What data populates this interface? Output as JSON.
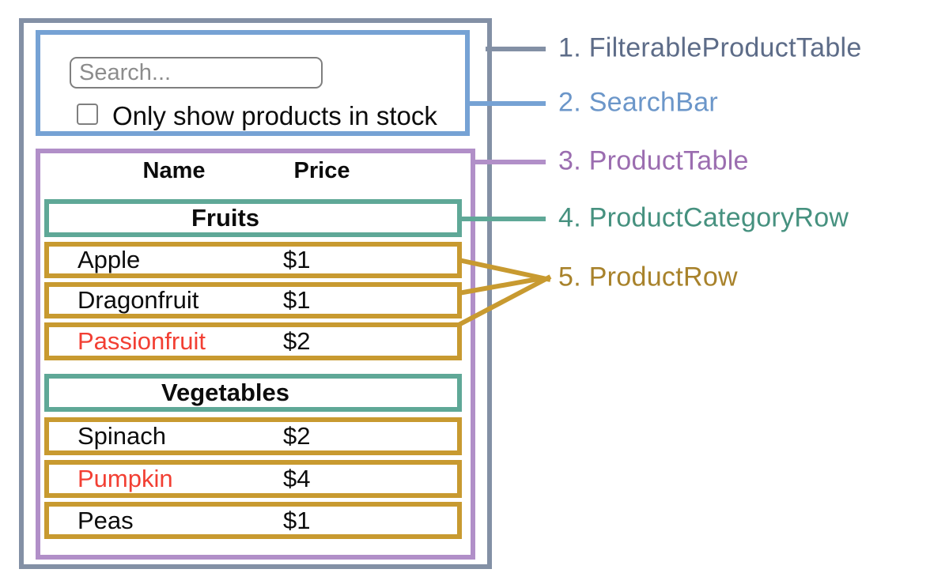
{
  "colors": {
    "outline_gray": "#8390A5",
    "outline_blue": "#76A2D4",
    "outline_purple": "#B18FC8",
    "outline_teal": "#5FA897",
    "outline_gold": "#C89A30",
    "label_gray": "#5D6C88",
    "label_blue": "#6B96C9",
    "label_purple": "#9B6DB0",
    "label_teal": "#46917F",
    "label_gold": "#A8822B",
    "out_of_stock_red": "#F23F33",
    "text_black": "#0C0C0C"
  },
  "search_bar": {
    "input_placeholder": "Search...",
    "checkbox_label": "Only show products in stock",
    "checkbox_checked": false
  },
  "product_table": {
    "headers": {
      "name": "Name",
      "price": "Price"
    },
    "rows": [
      {
        "type": "category",
        "label": "Fruits"
      },
      {
        "type": "product",
        "name": "Apple",
        "price": "$1",
        "name_color": "#0C0C0C"
      },
      {
        "type": "product",
        "name": "Dragonfruit",
        "price": "$1",
        "name_color": "#0C0C0C"
      },
      {
        "type": "product",
        "name": "Passionfruit",
        "price": "$2",
        "name_color": "#F23F33"
      },
      {
        "type": "category",
        "label": "Vegetables"
      },
      {
        "type": "product",
        "name": "Spinach",
        "price": "$2",
        "name_color": "#0C0C0C"
      },
      {
        "type": "product",
        "name": "Pumpkin",
        "price": "$4",
        "name_color": "#F23F33"
      },
      {
        "type": "product",
        "name": "Peas",
        "price": "$1",
        "name_color": "#0C0C0C"
      }
    ]
  },
  "annotations": {
    "labels": [
      {
        "text": "1. FilterableProductTable",
        "color": "#5D6C88"
      },
      {
        "text": "2. SearchBar",
        "color": "#6B96C9"
      },
      {
        "text": "3. ProductTable",
        "color": "#9B6DB0"
      },
      {
        "text": "4. ProductCategoryRow",
        "color": "#46917F"
      },
      {
        "text": "5. ProductRow",
        "color": "#A8822B"
      }
    ]
  }
}
